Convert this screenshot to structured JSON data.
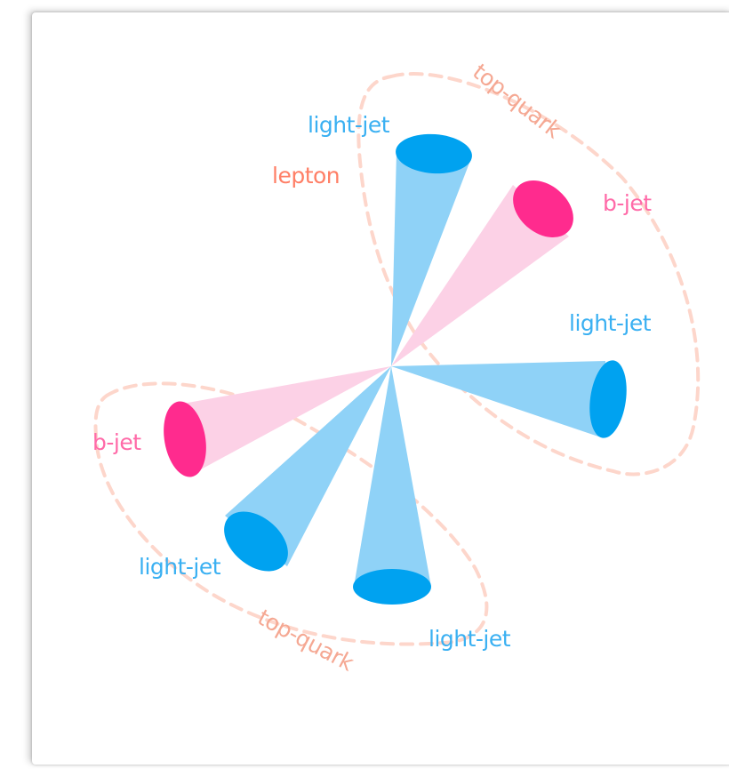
{
  "colors": {
    "light_jet": "#00a2f0",
    "light_jet_cone": "#8fd2f7",
    "b_jet": "#ff2b8e",
    "b_jet_cone": "#fcd1e6",
    "lepton": "#ff7f66",
    "top_quark_loop": "#fdd6cb",
    "top_quark_label": "#f5a893",
    "b_jet_label": "#ff6aa8",
    "light_jet_label": "#3ab0f2"
  },
  "labels": {
    "light_jet_top": "light-jet",
    "lepton": "lepton",
    "top_quark_upper": "top-quark",
    "b_jet_right": "b-jet",
    "light_jet_right": "light-jet",
    "b_jet_left": "b-jet",
    "light_jet_lower_left": "light-jet",
    "top_quark_lower": "top-quark",
    "light_jet_bottom": "light-jet"
  }
}
